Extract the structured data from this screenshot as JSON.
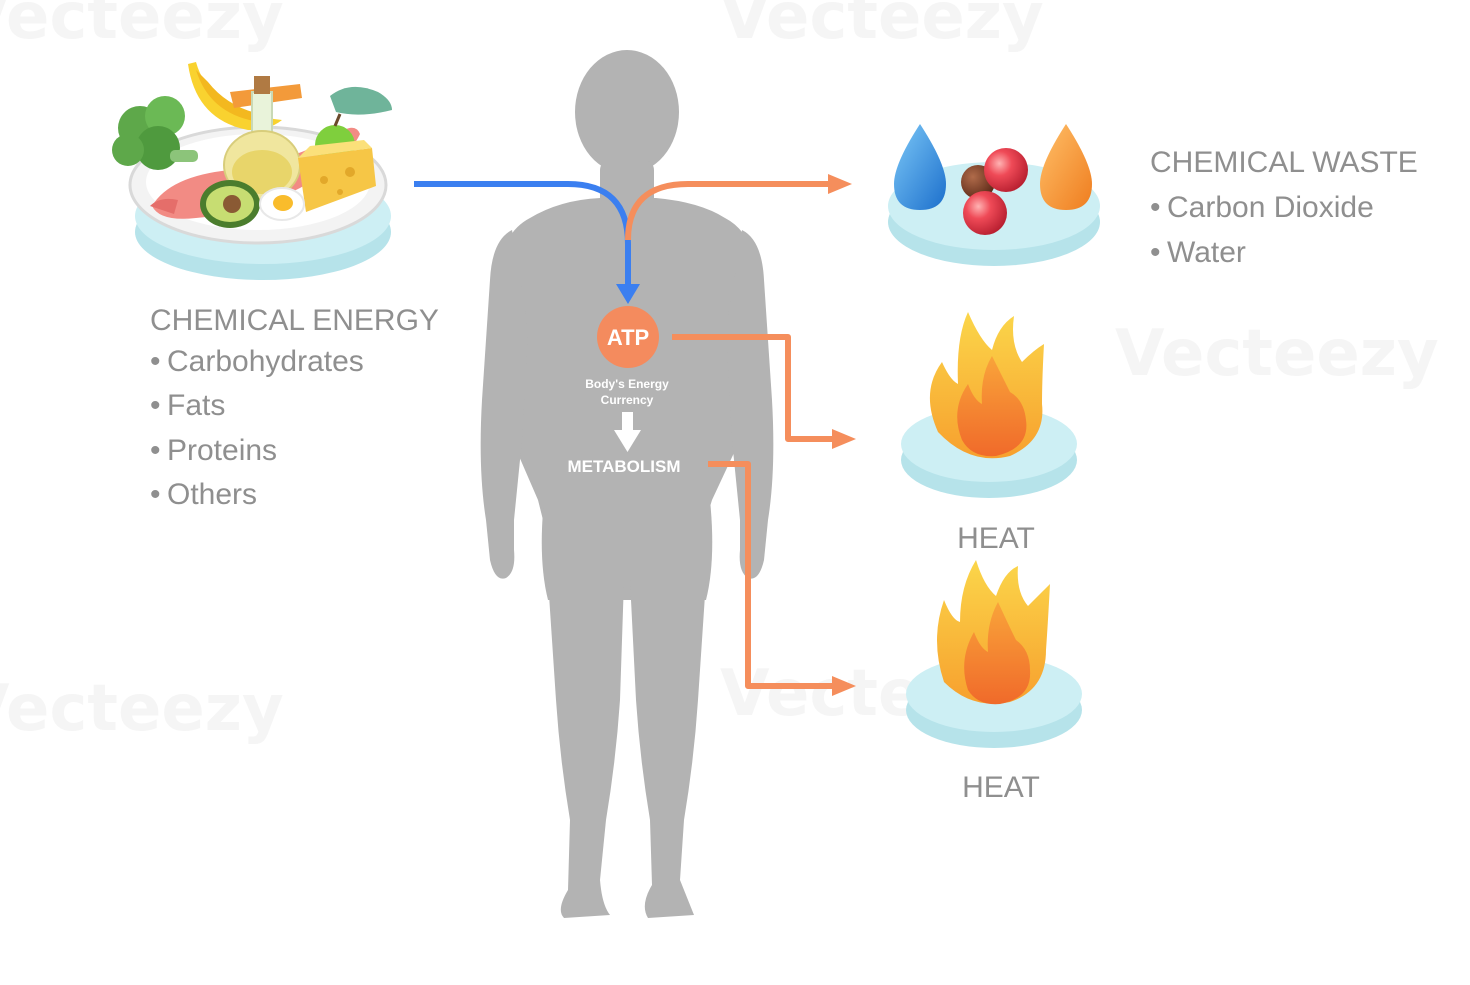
{
  "colors": {
    "body": "#b3b3b3",
    "blue_arrow": "#3b7ff0",
    "orange_arrow": "#f58e5c",
    "atp": "#f48b5e",
    "label": "#8f8f8f",
    "plate": "#bfeaf0"
  },
  "input": {
    "title": "CHEMICAL ENERGY",
    "items": [
      "Carbohydrates",
      "Fats",
      "Proteins",
      "Others"
    ]
  },
  "body": {
    "atp": "ATP",
    "atp_caption_line1": "Body's Energy",
    "atp_caption_line2": "Currency",
    "metabolism": "METABOLISM"
  },
  "outputs": {
    "waste_title": "CHEMICAL WASTE",
    "waste_items": [
      "Carbon Dioxide",
      "Water"
    ],
    "heat_top": "HEAT",
    "heat_bottom": "HEAT"
  },
  "watermark": "Vecteezy",
  "icons": {
    "food": "food-plate-icon",
    "waste": "waste-molecules-icon",
    "heat": "flame-icon"
  }
}
